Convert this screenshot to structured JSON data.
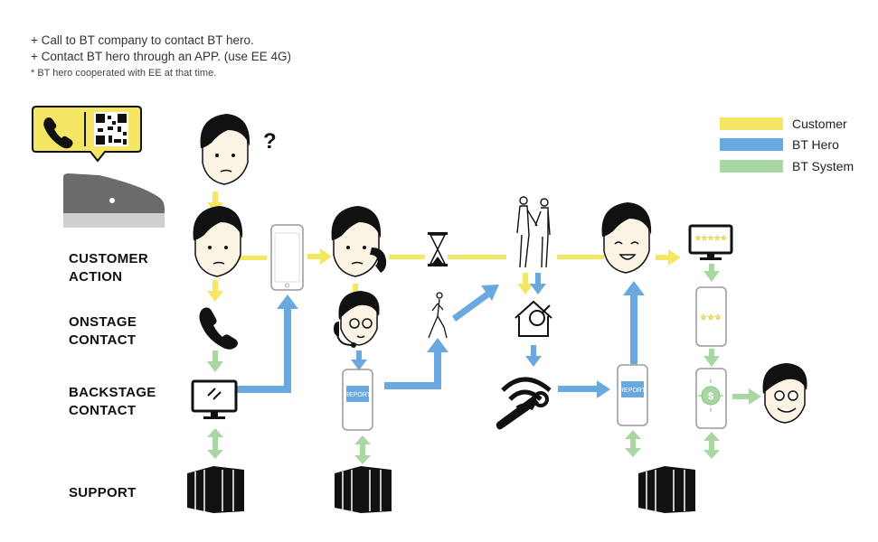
{
  "notes": {
    "line1": "+ Call to BT company to contact BT hero.",
    "line2": "+ Contact BT hero through an APP. (use EE 4G)",
    "line3": "* BT hero cooperated with EE at that time."
  },
  "lanes": {
    "customer_action": "CUSTOMER\nACTION",
    "onstage_contact": "ONSTAGE\nCONTACT",
    "backstage_contact": "BACKSTAGE\nCONTACT",
    "support": "SUPPORT"
  },
  "legend": [
    {
      "label": "Customer",
      "color": "#f5e663"
    },
    {
      "label": "BT Hero",
      "color": "#6aa9e0"
    },
    {
      "label": "BT System",
      "color": "#a9d7a3"
    }
  ],
  "question_mark": "?",
  "report_label_1": "REPORT",
  "report_label_2": "REPORT",
  "stars_label": "★★★★★",
  "stars_label_2": "★★★",
  "dollar_label": "$",
  "colors": {
    "customer": "#f5e663",
    "hero": "#6aa9e0",
    "system": "#a9d7a3"
  },
  "icons": [
    "phone-qr-sign-icon",
    "router-icon",
    "worried-face-icon",
    "smartphone-icon",
    "phone-call-icon",
    "headset-agent-icon",
    "hourglass-icon",
    "walking-person-icon",
    "handshake-icon",
    "house-search-icon",
    "wifi-repair-icon",
    "monitor-icon",
    "server-rack-icon",
    "happy-face-icon",
    "rating-monitor-icon",
    "payment-phone-icon",
    "glasses-face-icon"
  ]
}
